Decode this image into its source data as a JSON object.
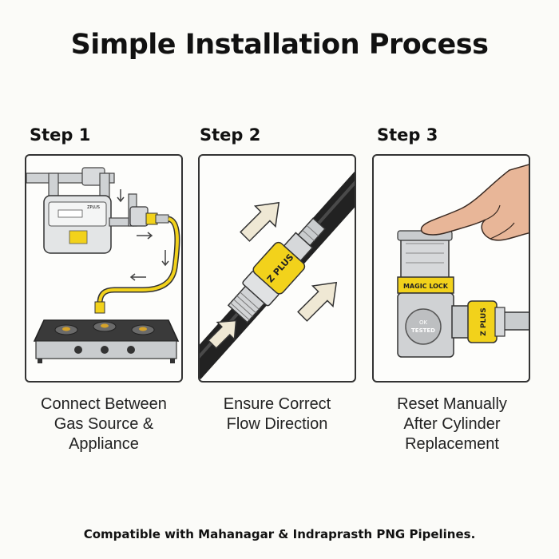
{
  "title": "Simple Installation Process",
  "steps": [
    {
      "label": "Step 1",
      "caption_lines": [
        "Connect Between",
        "Gas Source &",
        "Appliance"
      ]
    },
    {
      "label": "Step 2",
      "caption_lines": [
        "Ensure Correct",
        "Flow Direction"
      ]
    },
    {
      "label": "Step 3",
      "caption_lines": [
        "Reset Manually",
        "After Cylinder",
        "Replacement"
      ]
    }
  ],
  "illustration_text": {
    "meter_brand": "ZPLUS",
    "connector_brand": "Z PLUS",
    "magic_lock": "MAGIC LOCK",
    "seal_line1": "OK",
    "seal_line2": "TESTED",
    "elbow_brand": "Z PLUS"
  },
  "colors": {
    "accent_yellow": "#f2d21b",
    "hose_black": "#2a2a2a",
    "metal_gray": "#c9ccce",
    "arrow_beige": "#efe8d4"
  },
  "footer": "Compatible with Mahanagar & Indraprasth PNG Pipelines."
}
